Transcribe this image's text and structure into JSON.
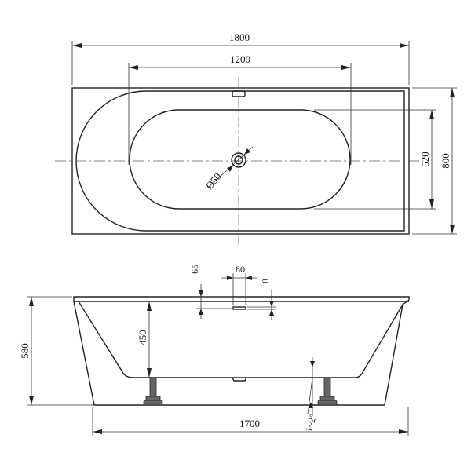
{
  "top_view": {
    "overall_length": "1800",
    "drain_spacing": "1200",
    "inner_width": "520",
    "overall_width": "800",
    "drain_diameter": "Ø50"
  },
  "side_view": {
    "overflow_height": "65",
    "overflow_width": "80",
    "overflow_slot": "8",
    "inner_depth": "450",
    "overall_height": "580",
    "base_length": "1700",
    "slope": "1~2°"
  }
}
